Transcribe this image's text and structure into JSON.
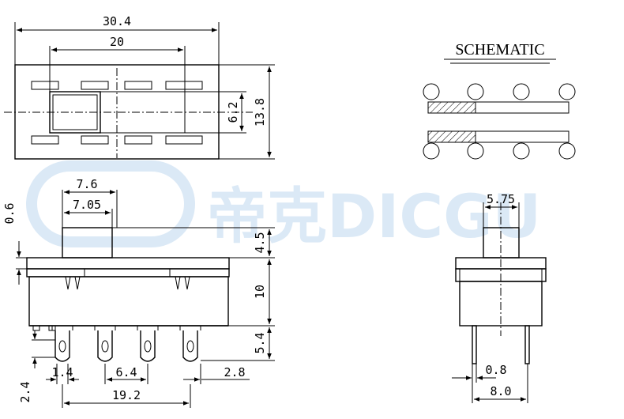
{
  "watermark": {
    "text": "帝克DICGU",
    "color": "#dbe9f6"
  },
  "schematic": {
    "title": "SCHEMATIC"
  },
  "top_view": {
    "dims": {
      "overall_length": "30.4",
      "inner_length": "20",
      "slot_height": "6.2",
      "overall_height": "13.8"
    }
  },
  "front_view": {
    "dims": {
      "actuator_outer": "7.6",
      "actuator_inner": "7.05",
      "flange": "0.6",
      "actuator_height": "4.5",
      "body_height": "10",
      "pin_length": "5.4",
      "pin_width": "1.4",
      "pitch": "6.4",
      "pin_spacing": "2.8",
      "pin_span": "19.2",
      "pin_offset": "2.4"
    }
  },
  "side_view": {
    "dims": {
      "actuator_width": "5.75",
      "pin_thickness": "0.8",
      "pin_row_spacing": "8.0"
    }
  }
}
